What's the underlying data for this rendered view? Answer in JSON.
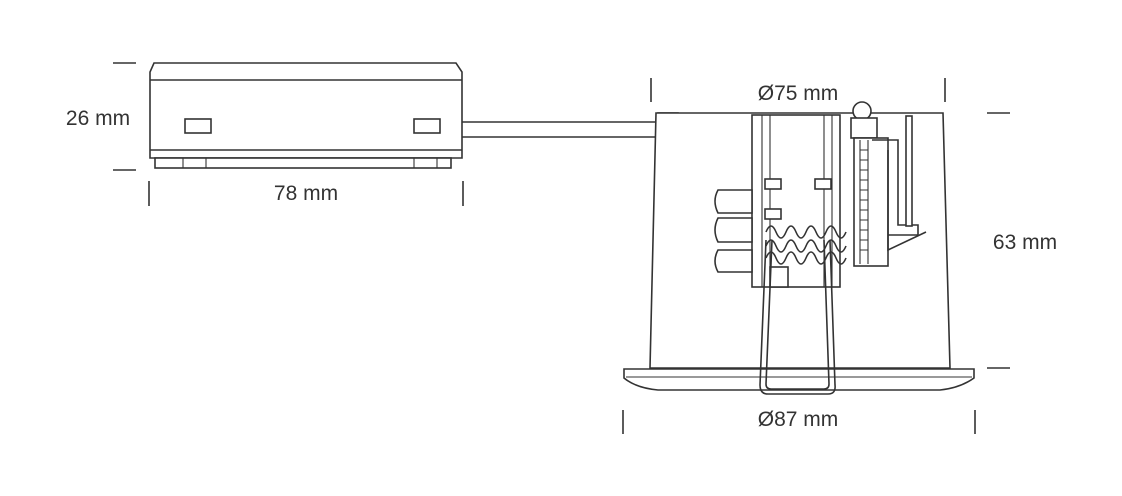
{
  "dimensions": {
    "driver_height": "26 mm",
    "driver_width": "78 mm",
    "body_diameter": "Ø75 mm",
    "fixture_height": "63 mm",
    "flange_diameter": "Ø87 mm"
  },
  "colors": {
    "line": "#333333",
    "background": "#ffffff"
  }
}
